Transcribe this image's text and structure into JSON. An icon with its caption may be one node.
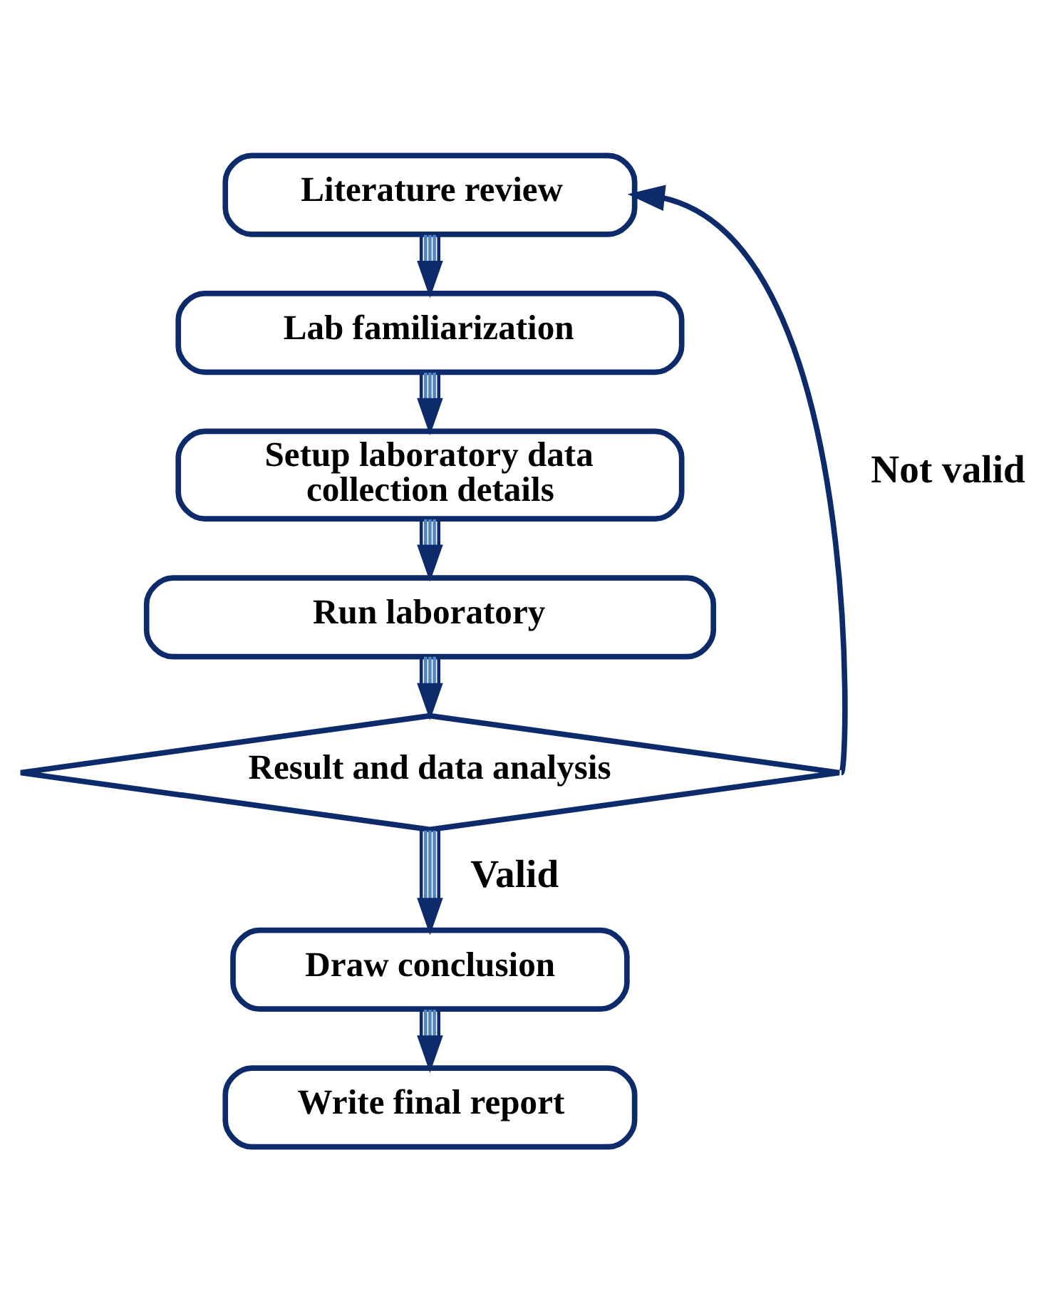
{
  "diagram": {
    "nodes": [
      {
        "text": [
          "Literature review"
        ]
      },
      {
        "text": [
          "Lab familiarization"
        ]
      },
      {
        "text": [
          "Setup laboratory data collection details"
        ]
      },
      {
        "text": [
          "Run laboratory"
        ]
      },
      {
        "text": [
          "Result and data analysis"
        ]
      },
      {
        "text": [
          "Draw conclusion"
        ]
      },
      {
        "text": [
          "Write final report"
        ]
      }
    ],
    "edges": [
      {
        "from": 0,
        "to": 1,
        "arrow": "to"
      },
      {
        "from": 1,
        "to": 2,
        "arrow": "to"
      },
      {
        "from": 2,
        "to": 3,
        "arrow": "to"
      },
      {
        "from": 3,
        "to": 4,
        "arrow": "to"
      },
      {
        "from": 4,
        "to": 5,
        "arrow": "to",
        "label": "Valid"
      },
      {
        "from": 5,
        "to": 6,
        "arrow": "to"
      },
      {
        "from": 4,
        "to": 0,
        "arrow": "to",
        "label": "Not valid",
        "color": "#0d2a6b"
      }
    ]
  }
}
